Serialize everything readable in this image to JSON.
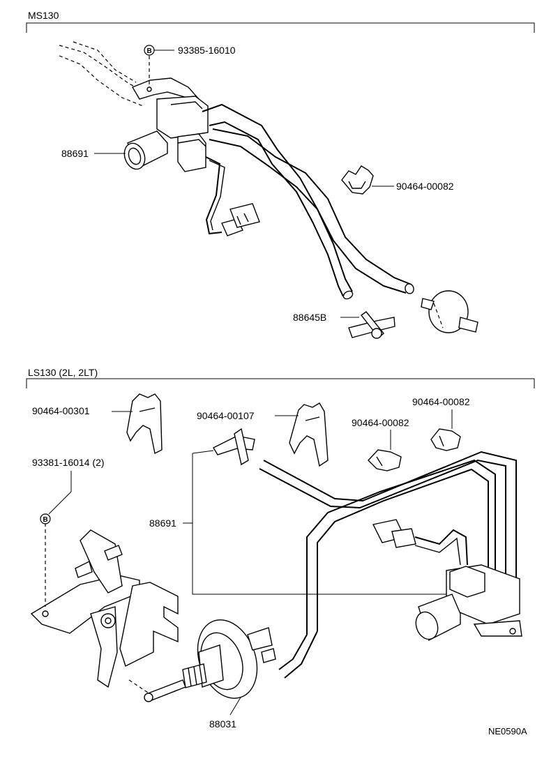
{
  "sections": {
    "top": {
      "title": "MS130"
    },
    "bottom": {
      "title": "LS130 (2L, 2LT)"
    }
  },
  "labels": {
    "top_bolt": "93385-16010",
    "top_vsv": "88691",
    "top_clamp": "90464-00082",
    "top_tee": "88645B",
    "bottom_clamp_a": "90464-00301",
    "bottom_bolt": "93381-16014 (2)",
    "bottom_clamp_b": "90464-00107",
    "bottom_clamp_c": "90464-00082",
    "bottom_clamp_d": "90464-00082",
    "bottom_vsv": "88691",
    "bottom_actuator": "88031"
  },
  "bolt_marker": "B",
  "drawing_code": "NE0590A"
}
